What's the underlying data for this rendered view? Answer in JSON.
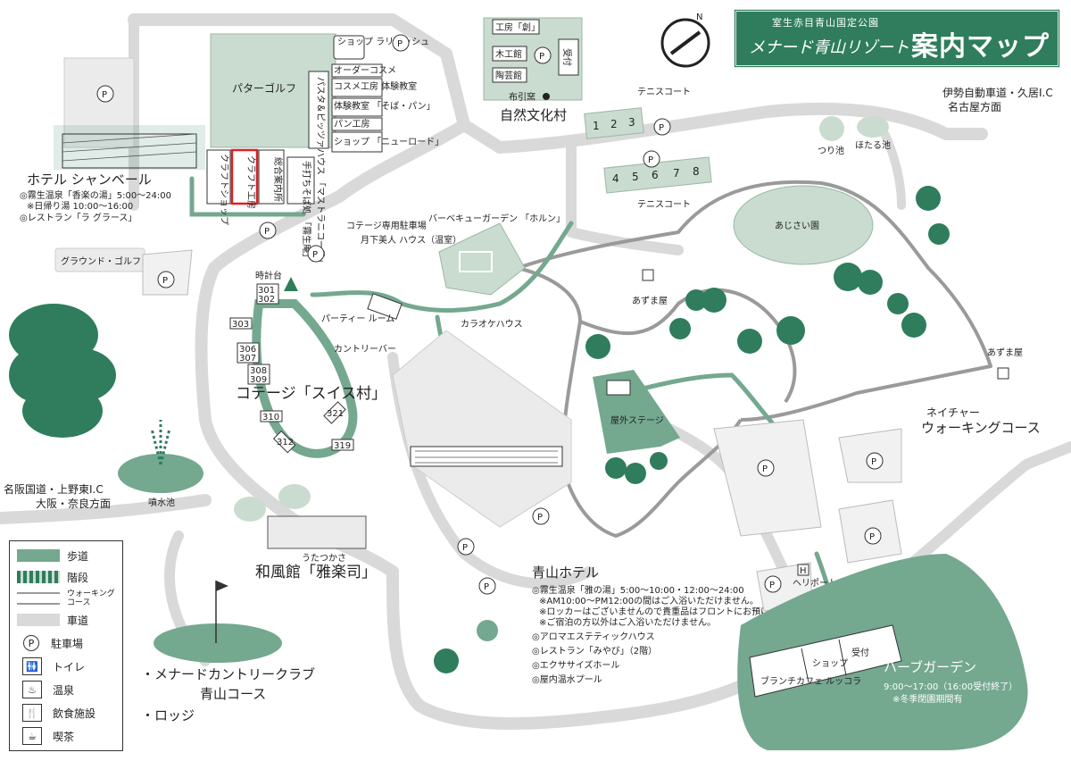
{
  "title": {
    "subtitle": "室生赤目青山国定公園",
    "brand": "メナード青山リゾート",
    "main": "案内マップ"
  },
  "compass": "N",
  "areas": {
    "putter_golf": "パターゴルフ",
    "shop_rayusshu": "ショップ ラリュッシュ",
    "order_cosme": "オーダーコスメ",
    "cosme_kobo": "コスメ工房 体験教室",
    "taiken_soba": "体験教室 「そば・パン」",
    "pan_kobo": "パン工房",
    "shop_new_road": "ショップ 「ニューロード」",
    "pasta_pizza": "パスタ＆ピッツァハウス 「マストラニコーラ」",
    "craft_shop": "クラフトショップ",
    "craft_kobo": "クラフト工房",
    "sogo_annai": "総合案内所",
    "soba_dokoro": "手打ちそば処 「霧生庵」",
    "hotel_chambre": "ホテル シャンベール",
    "hotel_chambre_note1": "◎霧生温泉「香楽の湯」5:00～24:00",
    "hotel_chambre_note2": "※日帰り湯 10:00～16:00",
    "hotel_chambre_note3": "◎レストラン「ラ グラース」",
    "ground_golf": "グラウンド・ゴルフ",
    "cottage_parking": "コテージ専用駐車場",
    "gekka_bijin": "月下美人 ハウス（温室）",
    "bbq": "バーベキューガーデン 「ホルン」",
    "clock_tower": "時計台",
    "party_room": "パーティー ルーム",
    "country_bar": "カントリーバー",
    "karaoke": "カラオケハウス",
    "cottage_swiss": "コテージ「スイス村」",
    "funsui_ike": "噴水池",
    "wafukan": "和風館「雅楽司」",
    "wafukan_ruby": "うたつかさ",
    "shizen_bunka": "自然文化村",
    "kobo_so": "工房「創」",
    "mokkokan": "木工館",
    "tougeikan": "陶芸館",
    "uketsuke": "受付",
    "nunobiki_gama": "布引窯",
    "tennis_court_1": "テニスコート",
    "tennis_court_2": "テニスコート",
    "tsuri_ike": "つり池",
    "hotaru_ike": "ほたる池",
    "ajisai_en": "あじさい園",
    "azumaya_1": "あずま屋",
    "azumaya_2": "あずま屋",
    "outdoor_stage": "屋外ステージ",
    "nature_walking": "ネイチャー ウォーキングコース",
    "aoyama_hotel": "青山ホテル",
    "aoyama_note1": "◎霧生温泉「雅の湯」5:00～10:00・12:00～24:00",
    "aoyama_note2": "※AM10:00～PM12:00の間はご入浴いただけません。",
    "aoyama_note3": "※ロッカーはございませんので貴重品はフロントにお預けください。",
    "aoyama_note4": "※ご宿泊の方以外はご入浴いただけません。",
    "aoyama_note5": "◎アロマエステティックハウス",
    "aoyama_note6": "◎レストラン「みやび」（2階）",
    "aoyama_note7": "◎エクササイズホール",
    "aoyama_note8": "◎屋内温水プール",
    "heliport": "ヘリポート",
    "heliport_mark": "H",
    "herb_garden": "ハーブガーデン",
    "herb_hours": "9:00～17:00（16:00受付終了）",
    "herb_note": "※冬季閉園期間有",
    "brunch_cafe": "ブランチカフェ ルッコラ",
    "herb_shop": "ショップ",
    "herb_uketsuke": "受付",
    "country_club": "・メナードカントリークラブ",
    "country_club_2": "青山コース",
    "lodge": "・ロッジ",
    "exit_west": "名阪国道・上野東I.C",
    "exit_west_2": "大阪・奈良方面",
    "exit_east": "伊勢自動車道・久居I.C",
    "exit_east_2": "名古屋方面"
  },
  "cottages": [
    "301",
    "302",
    "303",
    "306",
    "307",
    "308",
    "309",
    "310",
    "312",
    "321",
    "319"
  ],
  "tennis_numbers_1": [
    "1",
    "2",
    "3"
  ],
  "tennis_numbers_2": [
    "4",
    "5",
    "6",
    "7",
    "8"
  ],
  "parking_label": "P",
  "legend": [
    {
      "label": "歩道",
      "icon": "walkway-swatch"
    },
    {
      "label": "階段",
      "icon": "stairs-swatch"
    },
    {
      "label": "ウォーキングコース",
      "icon": "walking-course-swatch"
    },
    {
      "label": "車道",
      "icon": "road-swatch"
    },
    {
      "label": "駐車場",
      "icon": "parking-icon"
    },
    {
      "label": "トイレ",
      "icon": "toilet-icon"
    },
    {
      "label": "温泉",
      "icon": "hot-spring-icon"
    },
    {
      "label": "飲食施設",
      "icon": "restaurant-icon"
    },
    {
      "label": "喫茶",
      "icon": "cafe-icon"
    }
  ],
  "colors": {
    "green_dark": "#2f7d5d",
    "green_mid": "#74a88f",
    "green_light": "#c9dccf",
    "road": "#d9d9d9",
    "walking": "#9a9a9a"
  }
}
